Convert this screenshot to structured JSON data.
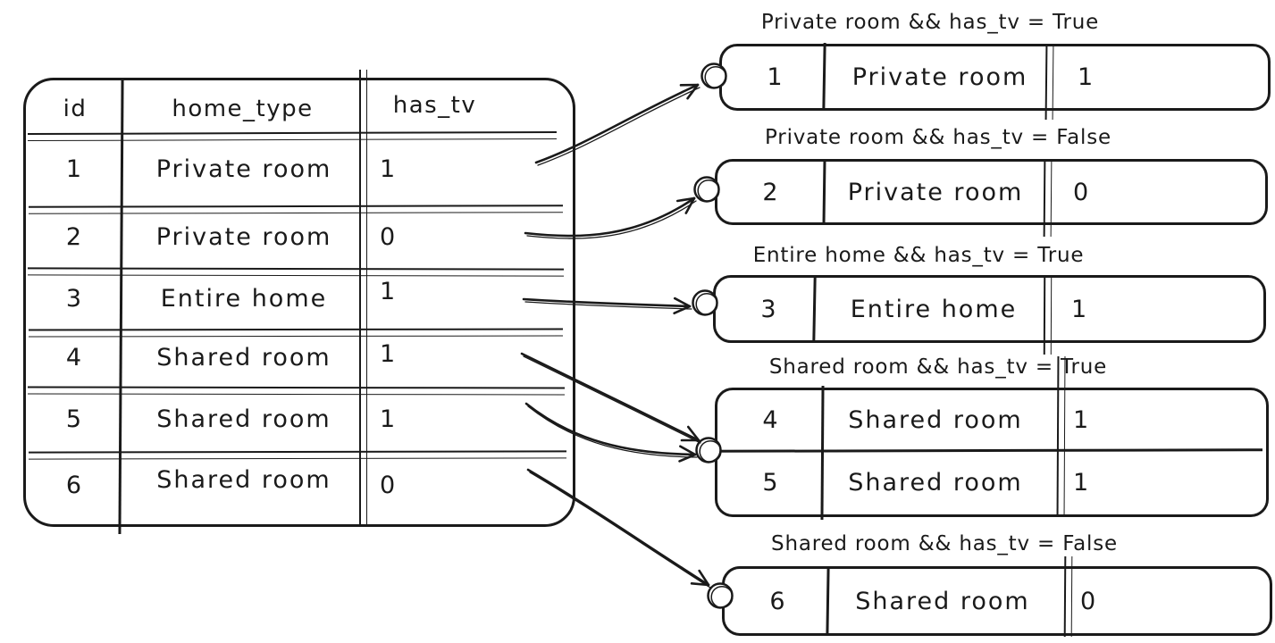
{
  "source_table": {
    "columns": [
      "id",
      "home_type",
      "has_tv"
    ],
    "rows": [
      {
        "id": "1",
        "home_type": "Private room",
        "has_tv": "1"
      },
      {
        "id": "2",
        "home_type": "Private room",
        "has_tv": "0"
      },
      {
        "id": "3",
        "home_type": "Entire home",
        "has_tv": "1"
      },
      {
        "id": "4",
        "home_type": "Shared room",
        "has_tv": "1"
      },
      {
        "id": "5",
        "home_type": "Shared room",
        "has_tv": "1"
      },
      {
        "id": "6",
        "home_type": "Shared room",
        "has_tv": "0"
      }
    ]
  },
  "groups": [
    {
      "label": "Private room && has_tv = True",
      "rows": [
        {
          "id": "1",
          "home_type": "Private room",
          "has_tv": "1"
        }
      ]
    },
    {
      "label": "Private room && has_tv = False",
      "rows": [
        {
          "id": "2",
          "home_type": "Private room",
          "has_tv": "0"
        }
      ]
    },
    {
      "label": "Entire home && has_tv = True",
      "rows": [
        {
          "id": "3",
          "home_type": "Entire home",
          "has_tv": "1"
        }
      ]
    },
    {
      "label": "Shared room && has_tv = True",
      "rows": [
        {
          "id": "4",
          "home_type": "Shared room",
          "has_tv": "1"
        },
        {
          "id": "5",
          "home_type": "Shared room",
          "has_tv": "1"
        }
      ]
    },
    {
      "label": "Shared room && has_tv = False",
      "rows": [
        {
          "id": "6",
          "home_type": "Shared room",
          "has_tv": "0"
        }
      ]
    }
  ],
  "colors": {
    "ink": "#1a1a1a",
    "background": "#ffffff"
  }
}
